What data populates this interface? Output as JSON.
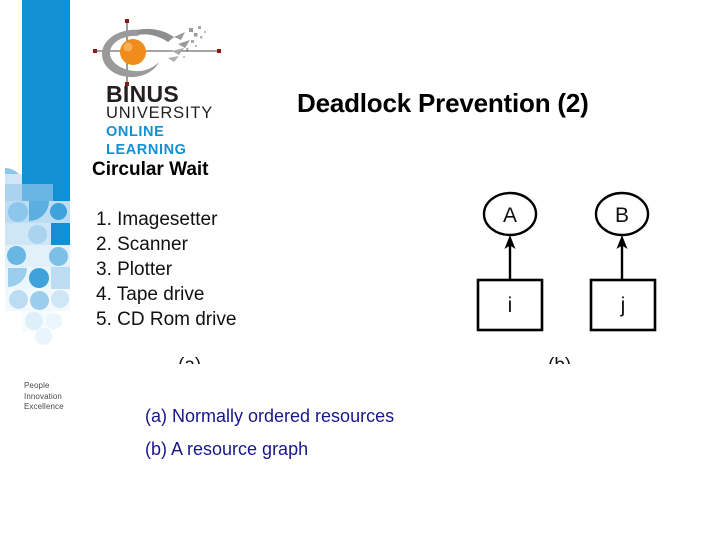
{
  "slide": {
    "title": "Deadlock Prevention (2)",
    "subtitle": "Circular Wait",
    "background": "#ffffff",
    "title_color": "#000000"
  },
  "brand": {
    "name_bold": "BINUS",
    "name_sub": "UNIVERSITY",
    "tag_line1": "ONLINE",
    "tag_line2": "LEARNING",
    "logo_icon": "binus-comet-logo",
    "brand_blue": "#1190d4",
    "brand_orange": "#f08c1b",
    "brand_gray": "#9a9a9a",
    "crosshair_color": "#8b1a14"
  },
  "sidebar": {
    "tagline": "People\nInnovation\nExcellence",
    "tagline_lines": [
      "People",
      "Innovation",
      "Excellence"
    ],
    "band_color": "#1190d4",
    "tagline_color": "#4a4a4a"
  },
  "figure_a": {
    "label": "(a)",
    "items": [
      "1. Imagesetter",
      "2. Scanner",
      "3. Plotter",
      "4. Tape drive",
      "5. CD Rom drive"
    ]
  },
  "figure_b": {
    "label": "(b)",
    "nodes": [
      {
        "id": "A",
        "shape": "ellipse",
        "label": "A"
      },
      {
        "id": "B",
        "shape": "ellipse",
        "label": "B"
      },
      {
        "id": "i",
        "shape": "rect",
        "label": "i"
      },
      {
        "id": "j",
        "shape": "rect",
        "label": "j"
      }
    ],
    "edges": [
      {
        "from": "i",
        "to": "A",
        "arrow": "up"
      },
      {
        "from": "j",
        "to": "B",
        "arrow": "up"
      }
    ],
    "stroke_color": "#000000"
  },
  "captions": {
    "color": "#17178b",
    "lines": [
      "(a) Normally ordered resources",
      "(b) A resource graph"
    ]
  }
}
